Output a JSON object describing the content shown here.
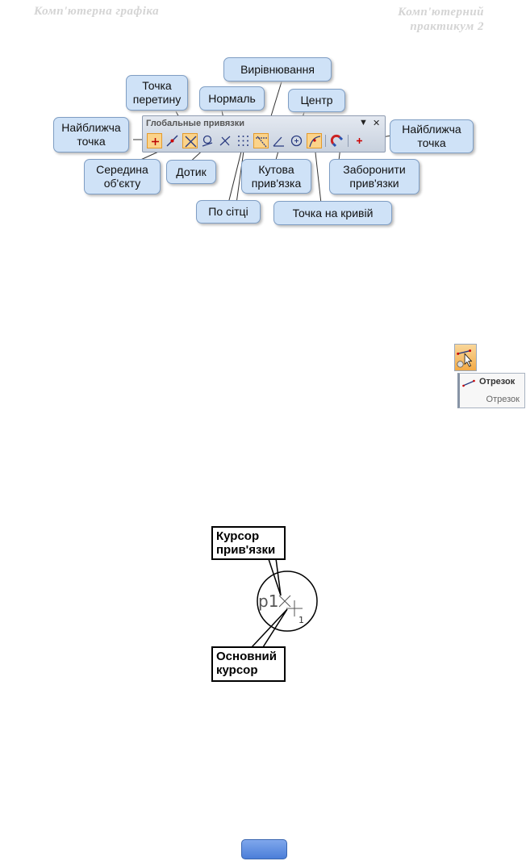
{
  "header": {
    "left": "Комп'ютерна графіка",
    "right_line1": "Комп'ютерний",
    "right_line2": "практикум 2"
  },
  "toolbar": {
    "title": "Глобальные привязки",
    "menu_glyph": "▼",
    "close_glyph": "✕",
    "icons": [
      "nearest-point-icon",
      "midpoint-icon",
      "intersection-icon",
      "tangent-icon",
      "normal-icon",
      "grid-icon",
      "alignment-icon",
      "angle-snap-icon",
      "center-icon",
      "point-on-curve-icon",
      "disable-snaps-icon",
      "nearest-point-icon"
    ]
  },
  "callouts": {
    "nearest_left": "Найближча точка",
    "intersection": "Точка перетину",
    "normal": "Нормаль",
    "alignment": "Вирівнювання",
    "center": "Центр",
    "nearest_right": "Найближча точка",
    "midpoint": "Середина об'єкту",
    "tangent": "Дотик",
    "angle_snap": "Кутова прив'язка",
    "disable_snaps": "Заборонити прив'язки",
    "grid": "По сітці",
    "point_on_curve": "Точка на кривій"
  },
  "command": {
    "title": "Отрезок",
    "subtitle": "Отрезок"
  },
  "figure": {
    "snap_cursor_label": "Курсор прив'язки",
    "main_cursor_label": "Основний курсор",
    "point_label": "p1",
    "point_index": "1"
  },
  "colors": {
    "callout_bg": "#cfe2f7",
    "active_icon": "#fbd38a",
    "nav_button": "#4b7ed8"
  }
}
